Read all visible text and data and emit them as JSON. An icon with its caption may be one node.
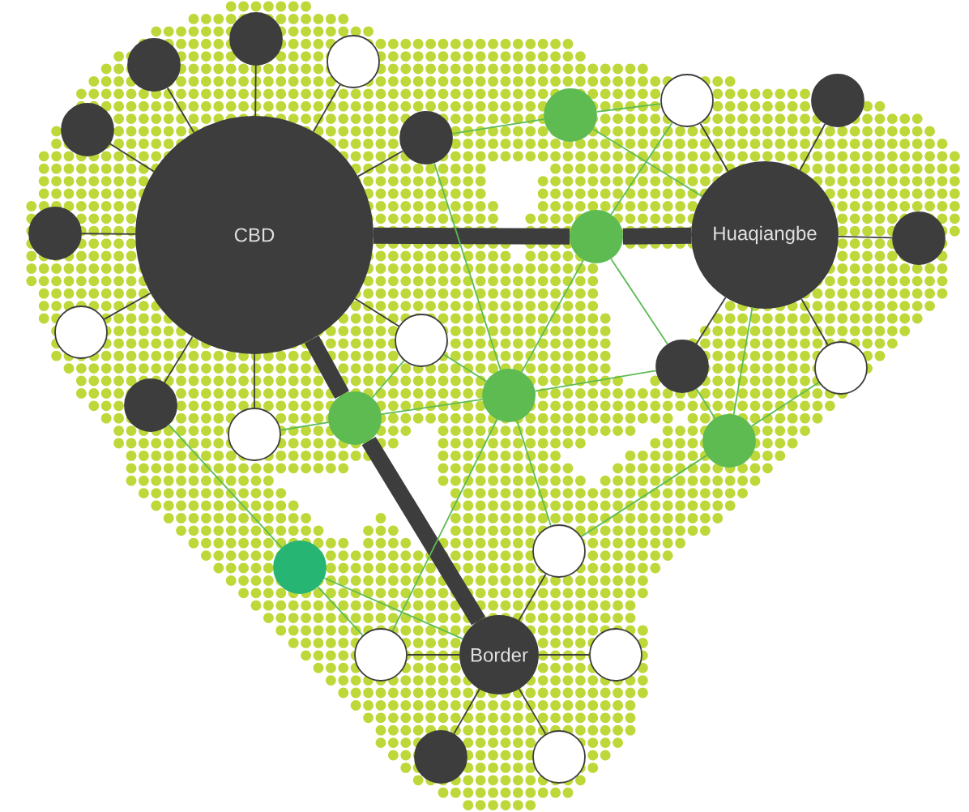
{
  "diagram": {
    "nodes": [
      {
        "text": [
          "CBD"
        ]
      },
      {
        "text": [
          "Huaqiangbe"
        ]
      },
      {
        "text": [
          "Border"
        ]
      },
      {
        "text": [],
        "shape": "circle"
      },
      {
        "text": [],
        "shape": "circle"
      },
      {
        "text": [],
        "shape": "circle"
      },
      {
        "text": [],
        "shape": "circle"
      },
      {
        "text": [],
        "shape": "circle"
      },
      {
        "text": [],
        "shape": "circle"
      },
      {
        "text": [],
        "shape": "circle"
      },
      {
        "text": [],
        "shape": "circle"
      },
      {
        "text": [],
        "shape": "circle"
      },
      {
        "text": [],
        "shape": "circle"
      },
      {
        "text": [],
        "shape": "circle"
      },
      {
        "text": [],
        "shape": "circle"
      },
      {
        "text": [],
        "shape": "circle"
      },
      {
        "text": [],
        "shape": "circle"
      },
      {
        "text": [],
        "shape": "circle"
      },
      {
        "text": [],
        "shape": "circle"
      },
      {
        "text": [],
        "shape": "circle"
      },
      {
        "text": [],
        "shape": "circle"
      },
      {
        "text": [],
        "shape": "circle"
      },
      {
        "text": [],
        "shape": "circle"
      },
      {
        "text": [],
        "shape": "circle"
      },
      {
        "text": [],
        "shape": "circle"
      },
      {
        "text": [],
        "shape": "circle"
      },
      {
        "text": [],
        "shape": "circle"
      },
      {
        "text": [],
        "shape": "circle"
      },
      {
        "text": [],
        "shape": "circle"
      }
    ],
    "edges": [
      {
        "from": 0,
        "to": 24,
        "arrow": "none",
        "style": "thick"
      },
      {
        "from": 24,
        "to": 1,
        "arrow": "none",
        "style": "thick"
      },
      {
        "from": 0,
        "to": 25,
        "arrow": "none",
        "style": "thick"
      },
      {
        "from": 25,
        "to": 2,
        "arrow": "none",
        "style": "thick"
      },
      {
        "from": 0,
        "to": 3,
        "arrow": "none"
      },
      {
        "from": 0,
        "to": 4,
        "arrow": "none"
      },
      {
        "from": 0,
        "to": 5,
        "arrow": "none"
      },
      {
        "from": 0,
        "to": 6,
        "arrow": "none"
      },
      {
        "from": 0,
        "to": 7,
        "arrow": "none"
      },
      {
        "from": 0,
        "to": 8,
        "arrow": "none"
      },
      {
        "from": 0,
        "to": 9,
        "arrow": "none"
      },
      {
        "from": 0,
        "to": 10,
        "arrow": "none"
      },
      {
        "from": 0,
        "to": 11,
        "arrow": "none"
      },
      {
        "from": 0,
        "to": 12,
        "arrow": "none"
      },
      {
        "from": 1,
        "to": 13,
        "arrow": "none"
      },
      {
        "from": 1,
        "to": 14,
        "arrow": "none"
      },
      {
        "from": 1,
        "to": 15,
        "arrow": "none"
      },
      {
        "from": 1,
        "to": 16,
        "arrow": "none"
      },
      {
        "from": 1,
        "to": 17,
        "arrow": "none"
      },
      {
        "from": 2,
        "to": 18,
        "arrow": "none"
      },
      {
        "from": 2,
        "to": 19,
        "arrow": "none"
      },
      {
        "from": 2,
        "to": 20,
        "arrow": "none"
      },
      {
        "from": 2,
        "to": 21,
        "arrow": "none"
      },
      {
        "from": 2,
        "to": 22,
        "arrow": "none"
      },
      {
        "from": 7,
        "to": 23,
        "arrow": "none",
        "color": "#5dbb55"
      },
      {
        "from": 23,
        "to": 13,
        "arrow": "none",
        "color": "#5dbb55"
      },
      {
        "from": 23,
        "to": 1,
        "arrow": "none",
        "color": "#5dbb55"
      },
      {
        "from": 13,
        "to": 24,
        "arrow": "none",
        "color": "#5dbb55"
      },
      {
        "from": 24,
        "to": 26,
        "arrow": "none",
        "color": "#5dbb55"
      },
      {
        "from": 24,
        "to": 16,
        "arrow": "none",
        "color": "#5dbb55"
      },
      {
        "from": 7,
        "to": 26,
        "arrow": "none",
        "color": "#5dbb55"
      },
      {
        "from": 12,
        "to": 25,
        "arrow": "none",
        "color": "#5dbb55"
      },
      {
        "from": 12,
        "to": 26,
        "arrow": "none",
        "color": "#5dbb55"
      },
      {
        "from": 11,
        "to": 25,
        "arrow": "none",
        "color": "#5dbb55"
      },
      {
        "from": 25,
        "to": 26,
        "arrow": "none",
        "color": "#5dbb55"
      },
      {
        "from": 26,
        "to": 16,
        "arrow": "none",
        "color": "#5dbb55"
      },
      {
        "from": 16,
        "to": 27,
        "arrow": "none",
        "color": "#5dbb55"
      },
      {
        "from": 1,
        "to": 27,
        "arrow": "none",
        "color": "#5dbb55"
      },
      {
        "from": 27,
        "to": 17,
        "arrow": "none",
        "color": "#5dbb55"
      },
      {
        "from": 27,
        "to": 18,
        "arrow": "none",
        "color": "#5dbb55"
      },
      {
        "from": 26,
        "to": 18,
        "arrow": "none",
        "color": "#5dbb55"
      },
      {
        "from": 26,
        "to": 19,
        "arrow": "none",
        "color": "#5dbb55"
      },
      {
        "from": 10,
        "to": 28,
        "arrow": "none",
        "color": "#5dbb55"
      },
      {
        "from": 28,
        "to": 19,
        "arrow": "none",
        "color": "#5dbb55"
      },
      {
        "from": 28,
        "to": 2,
        "arrow": "none",
        "color": "#5dbb55"
      }
    ]
  }
}
